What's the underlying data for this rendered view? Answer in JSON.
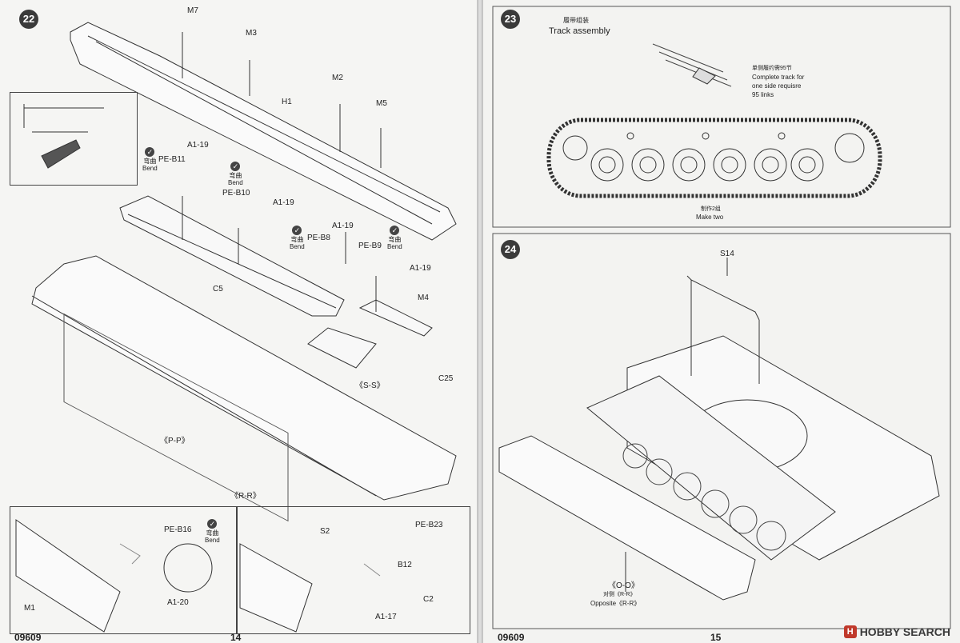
{
  "left_page": {
    "step22": {
      "number": "22"
    },
    "labels": {
      "m7": "M7",
      "m3": "M3",
      "h1": "H1",
      "m2": "M2",
      "m5": "M5",
      "a119_1": "A1-19",
      "peb11": "PE-B11",
      "peb10": "PE-B10",
      "a119_2": "A1-19",
      "a119_3": "A1-19",
      "peb8": "PE-B8",
      "peb9": "PE-B9",
      "a119_4": "A1-19",
      "m4": "M4",
      "c5": "C5",
      "ss": "《S-S》",
      "c25": "C25",
      "pp": "《P-P》",
      "rr": "《R-R》",
      "peb16": "PE-B16",
      "a120": "A1-20",
      "m1": "M1",
      "s2": "S2",
      "peb23": "PE-B23",
      "b12": "B12",
      "c2": "C2",
      "a117": "A1-17"
    },
    "bend": {
      "zh": "弯曲",
      "en": "Bend"
    },
    "footer": {
      "code": "09609",
      "page": "14"
    }
  },
  "right_page": {
    "step23": {
      "number": "23",
      "title_zh": "履带组装",
      "title_en": "Track assembly",
      "note_zh": "单侧履约需95节",
      "note_en1": "Complete track for",
      "note_en2": "one side requisre",
      "note_en3": "95 links",
      "make_zh": "制作2组",
      "make_en": "Make two"
    },
    "step24": {
      "number": "24",
      "s14": "S14",
      "oo": "《O-O》",
      "opp_zh": "对侧《R-R》",
      "opp_en": "Opposite《R-R》"
    },
    "footer": {
      "code": "09609",
      "page": "15"
    }
  },
  "watermark": {
    "logo_letter": "H",
    "text": "HOBBY SEARCH"
  }
}
